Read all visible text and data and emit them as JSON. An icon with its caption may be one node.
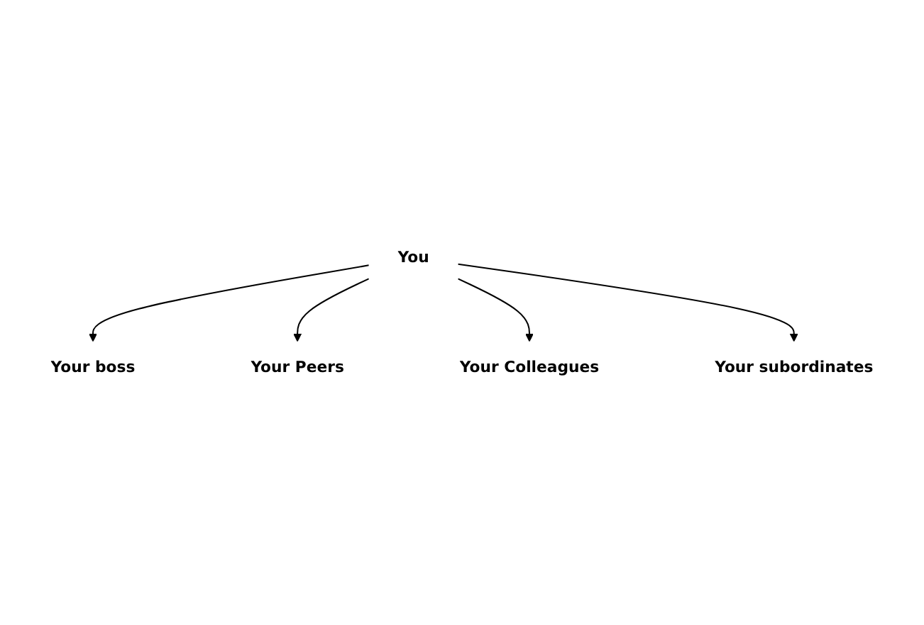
{
  "diagram": {
    "nodes": [
      {
        "text": [
          "Your boss"
        ]
      },
      {
        "text": [
          "Your Peers"
        ]
      },
      {
        "text": [
          "You"
        ]
      },
      {
        "text": [
          "Your Colleagues"
        ]
      },
      {
        "text": [
          "Your subordinates"
        ]
      }
    ],
    "edges": [
      {
        "from": 2,
        "to": 0,
        "arrow": "to"
      },
      {
        "from": 2,
        "to": 1,
        "arrow": "to"
      },
      {
        "from": 2,
        "to": 3,
        "arrow": "to"
      },
      {
        "from": 2,
        "to": 4,
        "arrow": "to"
      }
    ]
  }
}
